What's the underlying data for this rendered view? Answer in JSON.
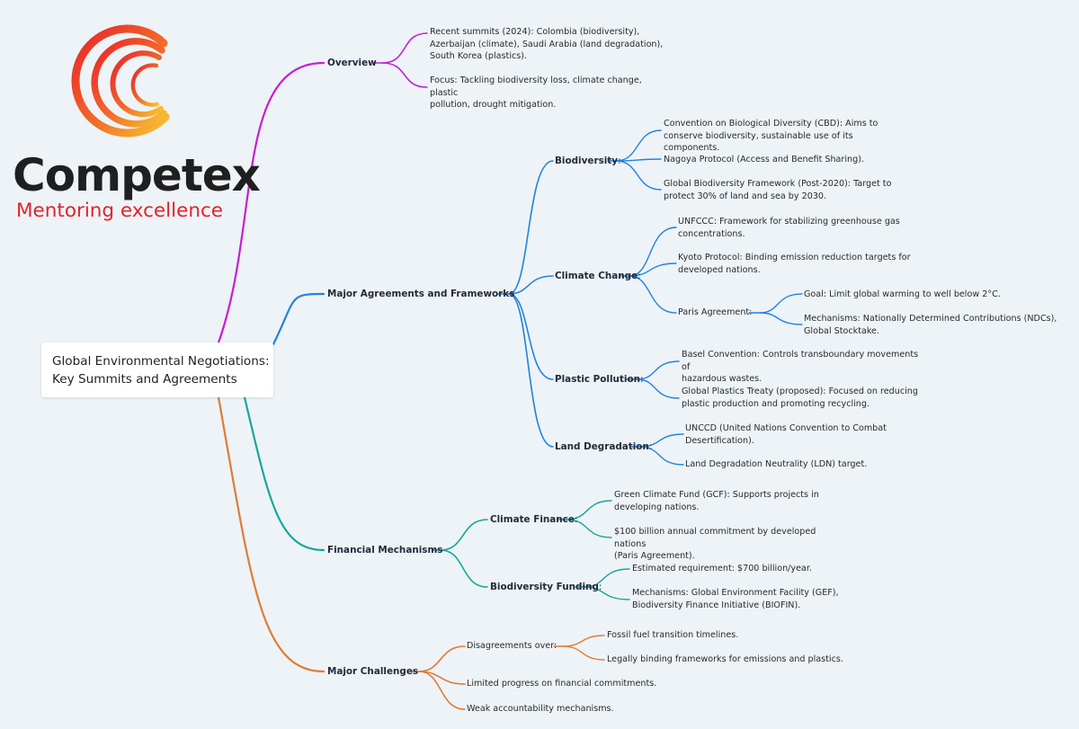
{
  "brand": {
    "name": "Competex",
    "tagline": "Mentoring excellence"
  },
  "colors": {
    "overview": "#c71ed6",
    "agreements": "#2183e0",
    "finance": "#16a79a",
    "challenges": "#e07b36"
  },
  "root": {
    "line1": "Global Environmental Negotiations:",
    "line2": "Key Summits and Agreements"
  },
  "overview": {
    "label": "Overview",
    "summits": [
      "Recent summits (2024): Colombia (biodiversity),",
      "Azerbaijan (climate), Saudi Arabia (land degradation),",
      "South Korea (plastics)."
    ],
    "focus": [
      "Focus: Tackling biodiversity loss, climate change, plastic",
      "pollution, drought mitigation."
    ]
  },
  "agreements": {
    "label": "Major Agreements and Frameworks",
    "biodiversity": {
      "label": "Biodiversity",
      "cbd": [
        "Convention on Biological Diversity (CBD): Aims to",
        "conserve biodiversity, sustainable use of its components."
      ],
      "nagoya": "Nagoya Protocol (Access and Benefit Sharing).",
      "gbf": [
        "Global Biodiversity Framework (Post-2020): Target to",
        "protect 30% of land and sea by 2030."
      ]
    },
    "climate": {
      "label": "Climate Change",
      "unfccc": [
        "UNFCCC: Framework for stabilizing greenhouse gas",
        "concentrations."
      ],
      "kyoto": [
        "Kyoto Protocol: Binding emission reduction targets for",
        "developed nations."
      ],
      "paris": {
        "label": "Paris Agreement:",
        "goal": "Goal: Limit global warming to well below 2°C.",
        "mechanisms": [
          "Mechanisms: Nationally Determined Contributions (NDCs),",
          "Global Stocktake."
        ]
      }
    },
    "plastic": {
      "label": "Plastic Pollution",
      "basel": [
        "Basel Convention: Controls transboundary movements of",
        "hazardous wastes."
      ],
      "treaty": [
        "Global Plastics Treaty (proposed): Focused on reducing",
        "plastic production and promoting recycling."
      ]
    },
    "land": {
      "label": "Land Degradation",
      "unccd": [
        "UNCCD (United Nations Convention to Combat",
        "Desertification)."
      ],
      "ldn": "Land Degradation Neutrality (LDN) target."
    }
  },
  "finance": {
    "label": "Financial Mechanisms",
    "climate": {
      "label": "Climate Finance",
      "gcf": [
        "Green Climate Fund (GCF): Supports projects in",
        "developing nations."
      ],
      "commitment": [
        "$100 billion annual commitment by developed nations",
        "(Paris Agreement)."
      ]
    },
    "biodiversity": {
      "label": "Biodiversity Funding",
      "requirement": "Estimated requirement: $700 billion/year.",
      "mechanisms": [
        "Mechanisms: Global Environment Facility (GEF),",
        "Biodiversity Finance Initiative (BIOFIN)."
      ]
    }
  },
  "challenges": {
    "label": "Major Challenges",
    "disagreements": {
      "label": "Disagreements over:",
      "fossil": "Fossil fuel transition timelines.",
      "binding": "Legally binding frameworks for emissions and plastics."
    },
    "progress": "Limited progress on financial commitments.",
    "accountability": "Weak accountability mechanisms."
  }
}
